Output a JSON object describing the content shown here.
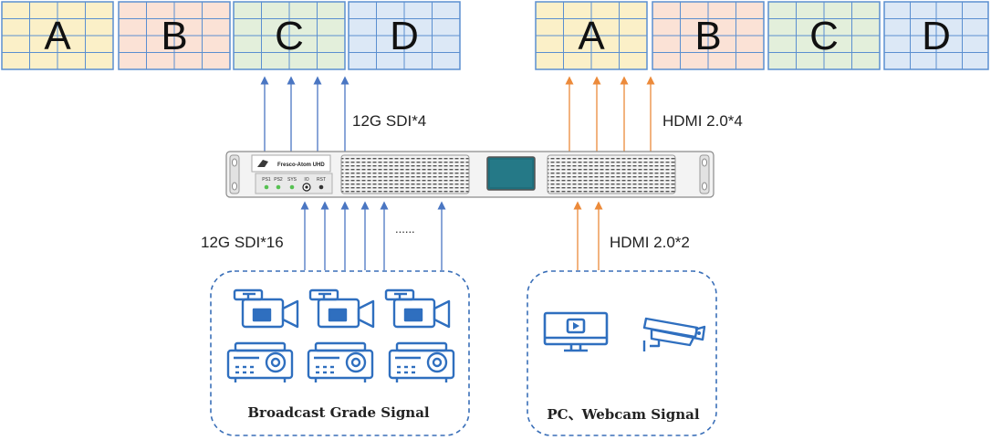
{
  "outputs_left": {
    "label": "12G SDI*4",
    "screens": [
      {
        "letter": "A",
        "fill": "#fbf0c8",
        "stroke": "#5b8fd0"
      },
      {
        "letter": "B",
        "fill": "#fbe2d6",
        "stroke": "#5b8fd0"
      },
      {
        "letter": "C",
        "fill": "#e3efdb",
        "stroke": "#5b8fd0"
      },
      {
        "letter": "D",
        "fill": "#dce8f6",
        "stroke": "#5b8fd0"
      }
    ]
  },
  "outputs_right": {
    "label": "HDMI 2.0*4",
    "screens": [
      {
        "letter": "A",
        "fill": "#fbf0c8",
        "stroke": "#5b8fd0"
      },
      {
        "letter": "B",
        "fill": "#fbe2d6",
        "stroke": "#5b8fd0"
      },
      {
        "letter": "C",
        "fill": "#e3efdb",
        "stroke": "#5b8fd0"
      },
      {
        "letter": "D",
        "fill": "#dce8f6",
        "stroke": "#5b8fd0"
      }
    ]
  },
  "device": {
    "brand": "Fresco-Atom UHD",
    "port_labels": [
      "PS1",
      "PS2",
      "SYS",
      "IO",
      "RST"
    ]
  },
  "inputs_left": {
    "label": "12G SDI*16",
    "ellipsis": "......"
  },
  "inputs_right": {
    "label": "HDMI 2.0*2"
  },
  "groups": {
    "broadcast": {
      "caption": "Broadcast Grade Signal",
      "icons": [
        "camcorder-icon",
        "projector-icon"
      ]
    },
    "pc_webcam": {
      "caption": "PC、Webcam Signal",
      "icons": [
        "monitor-icon",
        "webcam-icon"
      ]
    }
  },
  "colors": {
    "sdi_line": "#4a76c2",
    "hdmi_line": "#ec8a3a",
    "icon_blue": "#2f6fbf",
    "group_border": "#3a6fb8",
    "screen_display": "#1f6e7c"
  }
}
